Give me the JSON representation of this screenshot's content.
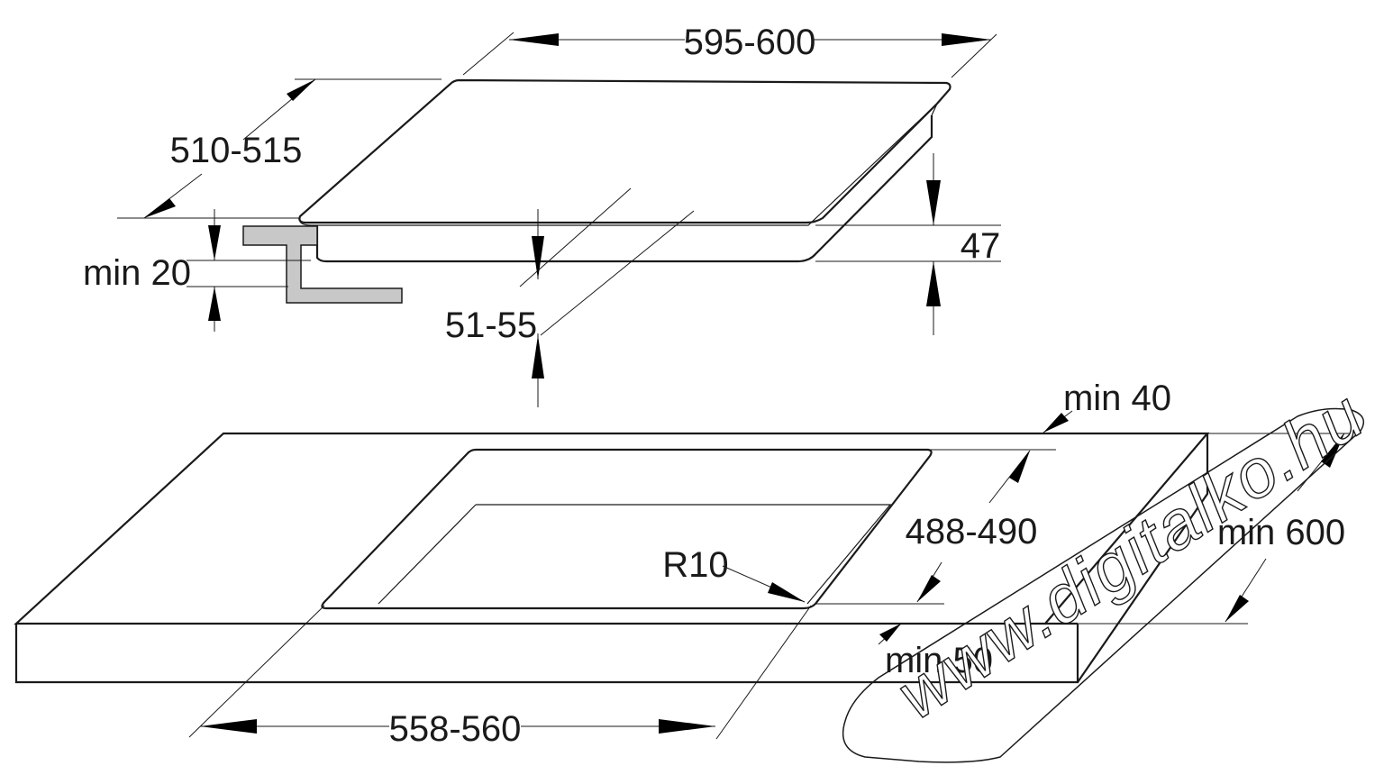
{
  "hob": {
    "width_label": "595-600",
    "depth_label": "510-515",
    "height_label": "47",
    "clearance_label": "min 20",
    "cutout_depth_label": "51-55"
  },
  "worktop": {
    "back_gap_label": "min 40",
    "cutout_depth_label": "488-490",
    "corner_radius_label": "R10",
    "worktop_depth_label": "min 600",
    "front_gap_label": "min 50",
    "cutout_width_label": "558-560"
  },
  "watermark": {
    "text": "www.digitalko.hu"
  }
}
